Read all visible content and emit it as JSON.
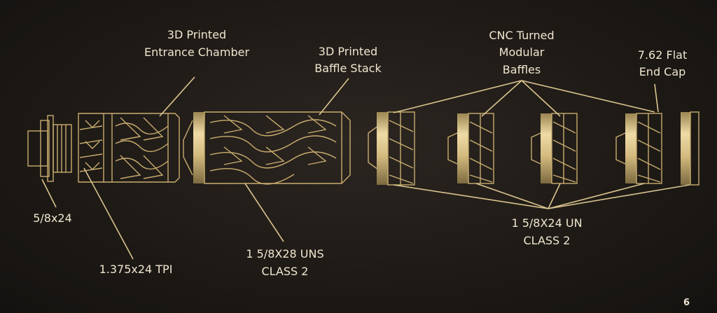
{
  "labels": {
    "entrance_line1": "3D Printed",
    "entrance_line2": "Entrance Chamber",
    "baffle_line1": "3D Printed",
    "baffle_line2": "Baffle Stack",
    "cnc_line1": "CNC Turned",
    "cnc_line2": "Modular",
    "cnc_line3": "Baffles",
    "endcap_line1": "7.62 Flat",
    "endcap_line2": "End Cap",
    "thread_58x24": "5/8x24",
    "thread_1375": "1.375x24 TPI",
    "thread_158x28_line1": "1 5/8X28 UNS",
    "thread_158x28_line2": "CLASS 2",
    "thread_158x24_line1": "1 5/8X24 UN",
    "thread_158x24_line2": "CLASS 2",
    "page_number": "6"
  },
  "colors": {
    "gold": "#c9ad6f",
    "gold_light": "#e6cf98",
    "label": "#efe6cf",
    "background": "#1d1915"
  }
}
